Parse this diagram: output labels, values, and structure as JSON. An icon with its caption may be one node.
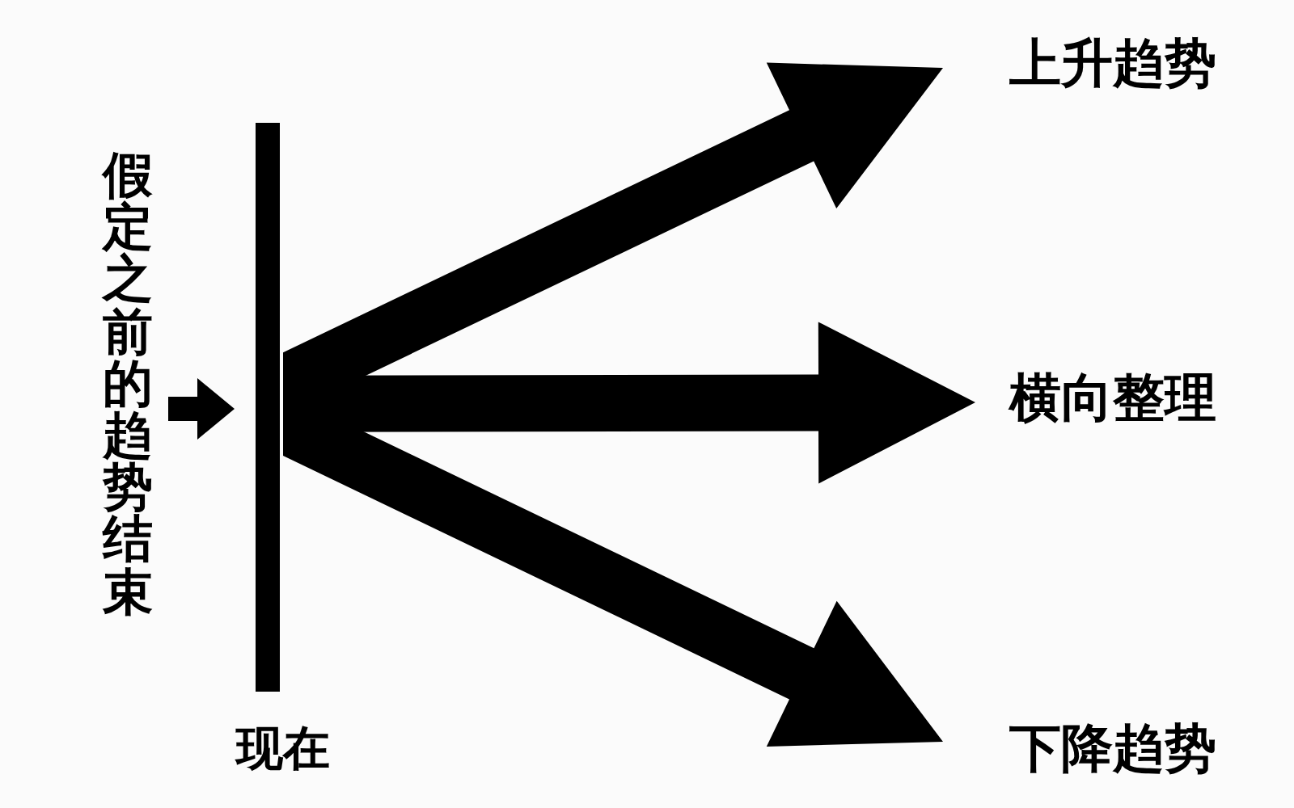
{
  "diagram": {
    "nodes": [
      {
        "text": [
          "假定之前的趋势结束"
        ]
      },
      {
        "text": [],
        "shape": "bar",
        "beside": [
          "现在"
        ]
      },
      {
        "text": [
          "上升趋势"
        ]
      },
      {
        "text": [
          "横向整理"
        ]
      },
      {
        "text": [
          "下降趋势"
        ]
      }
    ],
    "edges": [
      {
        "from": 0,
        "to": 1,
        "arrow": "to"
      },
      {
        "from": 1,
        "to": 2,
        "arrow": "to",
        "style": "thick"
      },
      {
        "from": 1,
        "to": 3,
        "arrow": "to",
        "style": "thick"
      },
      {
        "from": 1,
        "to": 4,
        "arrow": "to",
        "style": "thick"
      }
    ]
  }
}
